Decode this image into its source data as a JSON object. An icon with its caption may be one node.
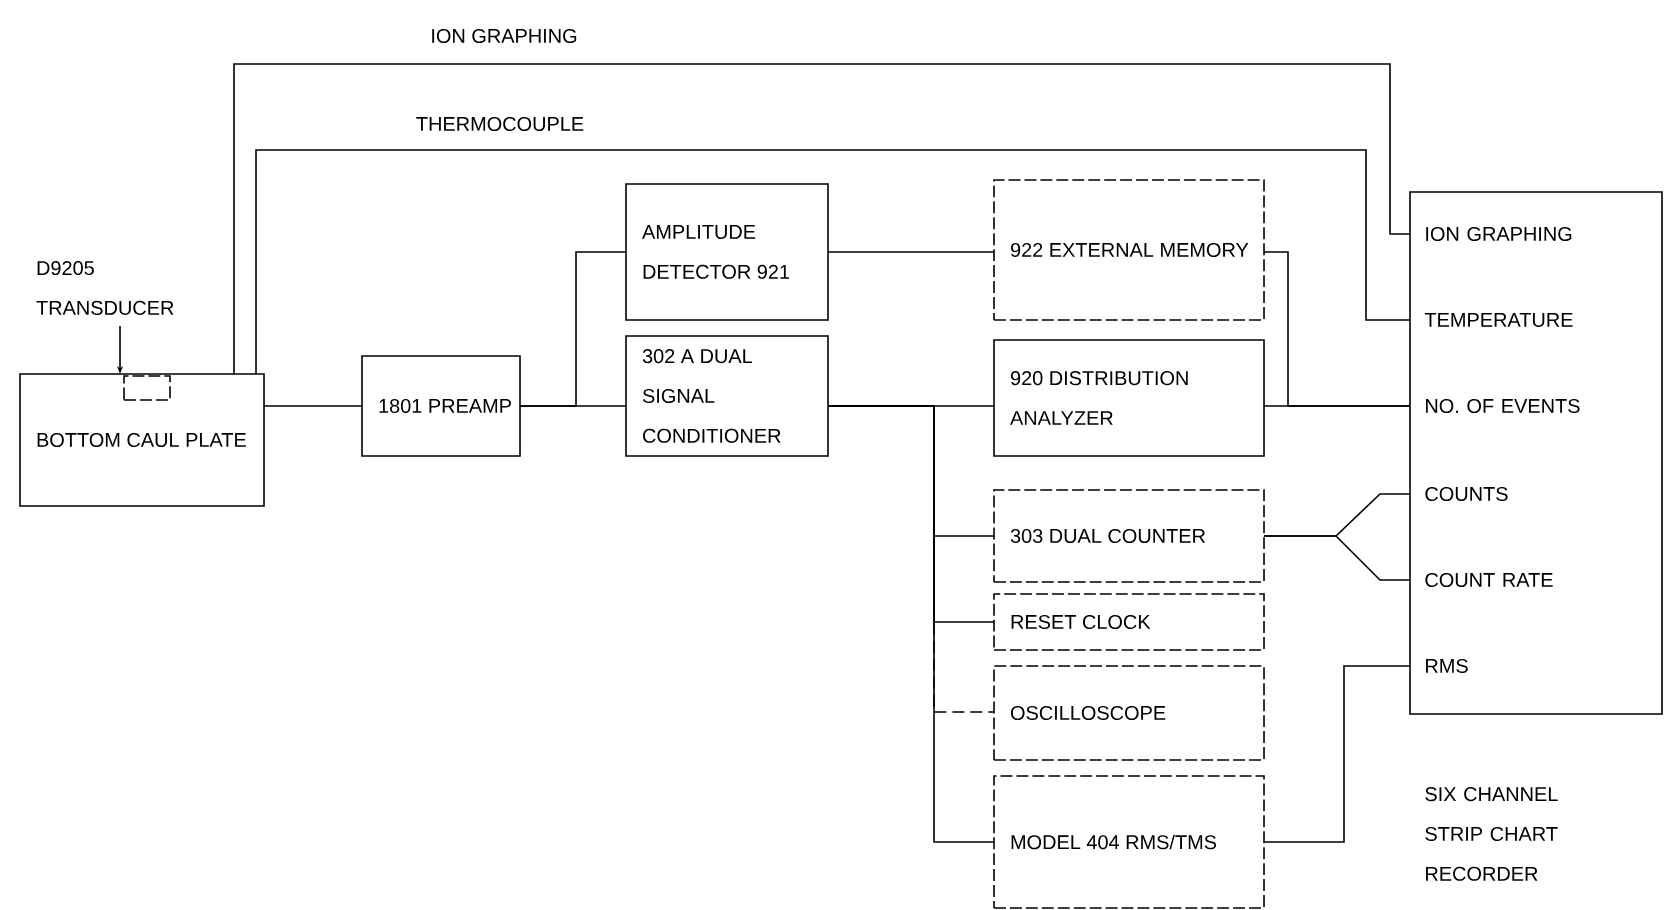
{
  "diagram": {
    "nodes": [
      {
        "text": [
          "D9205 TRANSDUCER"
        ]
      },
      {
        "text": [
          "BOTTOM CAUL PLATE"
        ]
      },
      {
        "text": [],
        "shape": "box",
        "in": 1
      },
      {
        "text": [
          "1801 PREAMP"
        ]
      },
      {
        "text": [
          "AMPLITUDE DETECTOR 921"
        ]
      },
      {
        "text": [
          "302 A DUAL SIGNAL CONDITIONER"
        ]
      },
      {
        "text": [
          "922 EXTERNAL MEMORY"
        ]
      },
      {
        "text": [
          "920 DISTRIBUTION ANALYZER"
        ]
      },
      {
        "text": [
          "303 DUAL COUNTER"
        ]
      },
      {
        "text": [
          "RESET CLOCK"
        ]
      },
      {
        "text": [
          "OSCILLOSCOPE"
        ]
      },
      {
        "text": [
          "MODEL 404 RMS/TMS"
        ]
      },
      {
        "text": [
          "ION GRAPHING",
          "TEMPERATURE",
          "NO. OF EVENTS",
          "COUNTS",
          "COUNT RATE",
          "RMS",
          "SIX CHANNEL STRIP CHART RECORDER"
        ]
      }
    ],
    "edges": [
      {
        "from": 0,
        "to": 2,
        "arrow": "to"
      },
      {
        "from": 1,
        "to": 12,
        "arrow": "none",
        "label": "ION GRAPHING"
      },
      {
        "from": 1,
        "to": 12,
        "arrow": "none",
        "label": "THERMOCOUPLE"
      },
      {
        "from": 1,
        "to": 3,
        "arrow": "none"
      },
      {
        "from": 3,
        "to": 4,
        "arrow": "none"
      },
      {
        "from": 3,
        "to": 5,
        "arrow": "none"
      },
      {
        "from": 4,
        "to": 6,
        "arrow": "none"
      },
      {
        "from": 6,
        "to": 12,
        "arrow": "none"
      },
      {
        "from": 7,
        "to": 12,
        "arrow": "none"
      },
      {
        "from": 5,
        "to": 7,
        "arrow": "none"
      },
      {
        "from": 5,
        "to": 8,
        "arrow": "none"
      },
      {
        "from": 5,
        "to": 9,
        "arrow": "none"
      },
      {
        "from": 5,
        "to": 10,
        "arrow": "none",
        "style": "dashed"
      },
      {
        "from": 5,
        "to": 11,
        "arrow": "none"
      },
      {
        "from": 8,
        "to": 12,
        "arrow": "none"
      },
      {
        "from": 8,
        "to": 12,
        "arrow": "none"
      },
      {
        "from": 11,
        "to": 12,
        "arrow": "none"
      }
    ]
  }
}
